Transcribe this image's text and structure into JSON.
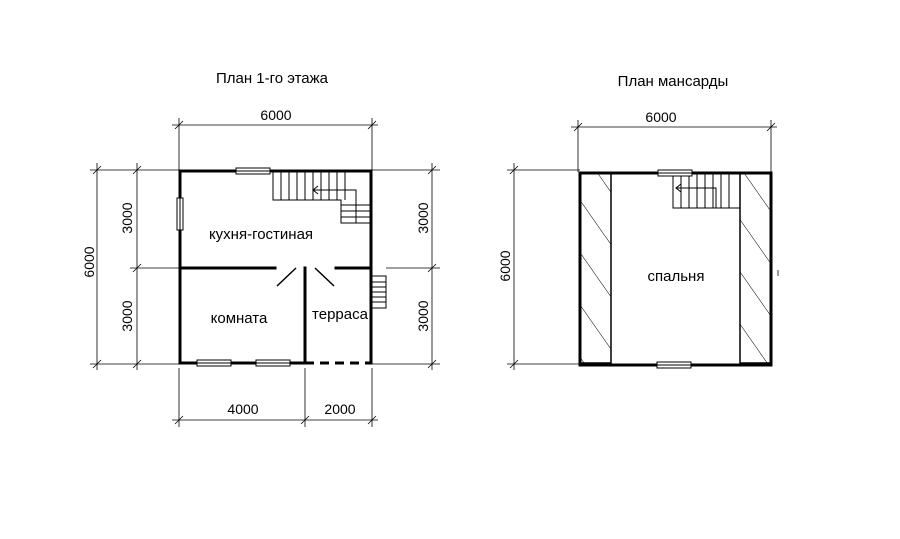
{
  "floor1": {
    "title": "План 1-го этажа",
    "dims": {
      "top": "6000",
      "left_total": "6000",
      "left_upper": "3000",
      "left_lower": "3000",
      "right_upper": "3000",
      "right_lower": "3000",
      "bottom_left": "4000",
      "bottom_right": "2000"
    },
    "rooms": {
      "kitchen": "кухня-гостиная",
      "room": "комната",
      "terrace": "терраса"
    }
  },
  "attic": {
    "title": "План мансарды",
    "dims": {
      "top": "6000",
      "left": "6000"
    },
    "rooms": {
      "bedroom": "спальня"
    }
  },
  "colors": {
    "line": "#000000",
    "background": "#ffffff"
  }
}
